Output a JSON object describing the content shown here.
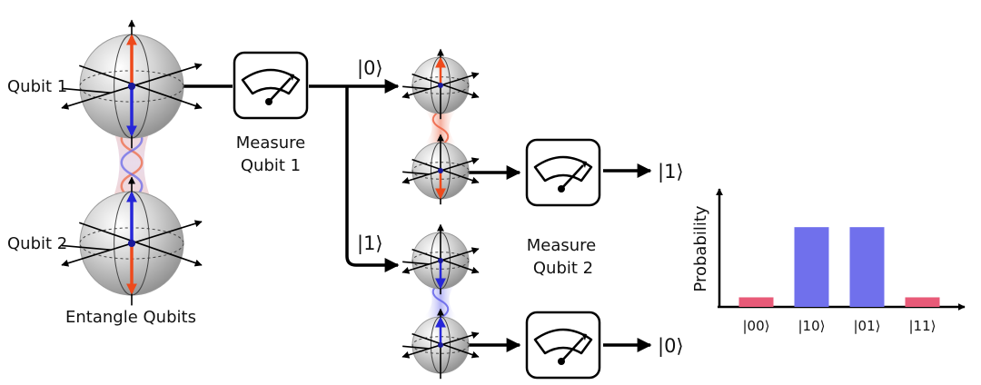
{
  "labels": {
    "qubit1": "Qubit 1",
    "qubit2": "Qubit 2",
    "entangle": "Entangle Qubits",
    "measure1_line1": "Measure",
    "measure1_line2": "Qubit 1",
    "measure2_line1": "Measure",
    "measure2_line2": "Qubit 2"
  },
  "kets": {
    "branch0": "|0⟩",
    "branch1": "|1⟩",
    "result_top": "|1⟩",
    "result_bottom": "|0⟩"
  },
  "colors": {
    "red": "#ee4a1c",
    "blue": "#2626d8",
    "bar_blue": "#7070ec",
    "bar_pink": "#e85a78",
    "sphere": "#cfcfcf"
  },
  "icons": {
    "meter": "meter-icon",
    "bloch_sphere": "bloch-sphere-icon"
  },
  "chart_data": {
    "type": "bar",
    "categories": [
      "|00⟩",
      "|10⟩",
      "|01⟩",
      "|11⟩"
    ],
    "values": [
      0.06,
      0.5,
      0.5,
      0.06
    ],
    "bar_colors": [
      "#e85a78",
      "#7070ec",
      "#7070ec",
      "#e85a78"
    ],
    "title": "",
    "xlabel": "",
    "ylabel": "Probability",
    "ylim": [
      0,
      0.74
    ]
  }
}
